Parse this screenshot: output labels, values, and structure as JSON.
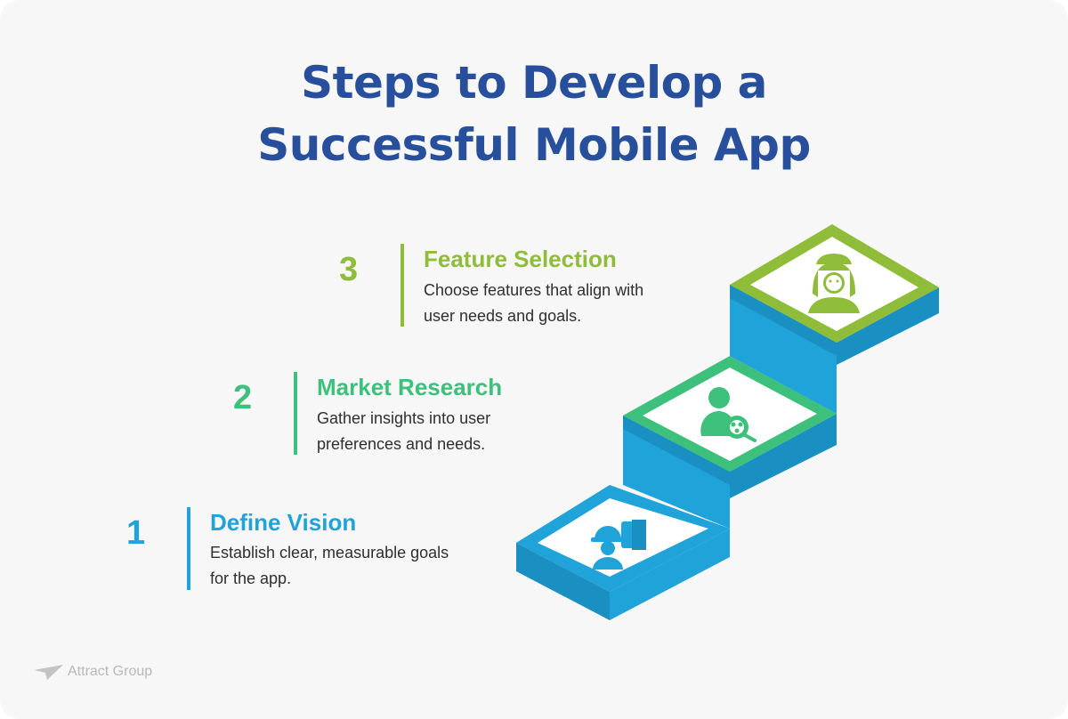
{
  "title": {
    "line1": "Steps to Develop a",
    "line2": "Successful Mobile App"
  },
  "steps": [
    {
      "number": "1",
      "heading": "Define Vision",
      "desc_line1": "Establish clear, measurable goals",
      "desc_line2": "for the app.",
      "color": "#1fa3d9",
      "icon": "engineer-blueprint-icon"
    },
    {
      "number": "2",
      "heading": "Market Research",
      "desc_line1": "Gather insights into user",
      "desc_line2": "preferences and needs.",
      "color": "#3cc07b",
      "icon": "user-magnifier-icon"
    },
    {
      "number": "3",
      "heading": "Feature Selection",
      "desc_line1": "Choose features that align with",
      "desc_line2": "user needs and goals.",
      "color": "#8fbd3a",
      "icon": "woman-user-icon"
    }
  ],
  "colors": {
    "title": "#274f9b",
    "stair_blue": "#1fa3d9",
    "stair_blue_dark": "#1a8fc2"
  },
  "logo": {
    "text": "Attract Group",
    "icon": "paper-plane-icon"
  }
}
